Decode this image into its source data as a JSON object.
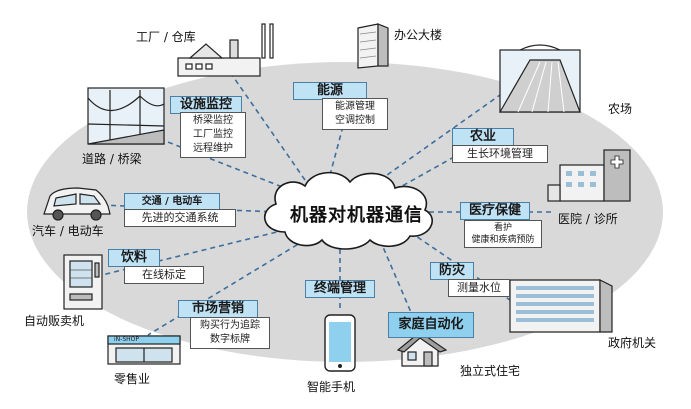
{
  "center": {
    "label": "机器对机器通信"
  },
  "categories": {
    "energy": {
      "title": "能源",
      "lines": [
        "能源管理",
        "空调控制"
      ]
    },
    "facility": {
      "title": "设施监控",
      "lines": [
        "桥梁监控",
        "工厂监控",
        "远程维护"
      ]
    },
    "agriculture": {
      "title": "农业",
      "lines": [
        "生长环境管理"
      ]
    },
    "transport": {
      "title": "交通 / 电动车",
      "lines": [
        "先进的交通系统"
      ]
    },
    "medical": {
      "title": "医疗保健",
      "lines": [
        "看护",
        "健康和疾病预防"
      ]
    },
    "beverage": {
      "title": "饮料",
      "lines": [
        "在线标定"
      ]
    },
    "disaster": {
      "title": "防灾",
      "lines": [
        "测量水位"
      ]
    },
    "terminal": {
      "title": "终端管理"
    },
    "marketing": {
      "title": "市场营销",
      "lines": [
        "购买行为追踪",
        "数字标牌"
      ]
    },
    "home": {
      "title": "家庭自动化"
    }
  },
  "places": {
    "factory": "工厂 / 仓库",
    "office": "办公大楼",
    "farm": "农场",
    "road": "道路 / 桥梁",
    "car": "汽车 / 电动车",
    "hospital": "医院 / 诊所",
    "vending": "自动贩卖机",
    "government": "政府机关",
    "retail": "零售业",
    "phone": "智能手机",
    "house": "独立式住宅"
  },
  "shop_sign": "iN-SHOP",
  "colors": {
    "header_fill": "#bfe2f5",
    "header_border": "#4a7fa8",
    "cloud": "#d9d9d9",
    "line": "#3d6f9e",
    "home_fill": "#8fd0ee"
  }
}
